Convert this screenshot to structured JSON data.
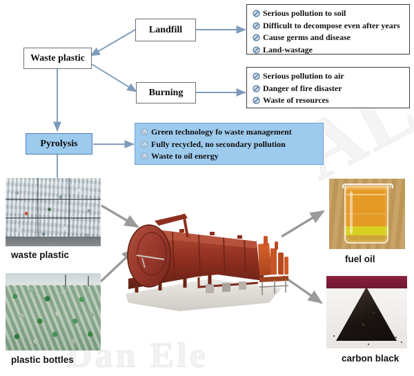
{
  "diagram": {
    "title": "Waste plastic pyrolysis process flow",
    "watermark_primary": "AL",
    "watermark_secondary": "Dan Ele",
    "colors": {
      "flow_arrow": "#7f9bbb",
      "photo_arrow": "#9a9a9a",
      "blue_fill": "#9dcbee",
      "blue_border": "#4a7ebb",
      "box_border": "#6f6f6f",
      "list_border": "#3a3a3a",
      "reactor_red": "#9e3423"
    }
  },
  "nodes": {
    "waste_plastic": "Waste plastic",
    "landfill": "Landfill",
    "burning": "Burning",
    "pyrolysis": "Pyrolysis"
  },
  "landfill_effects": {
    "bullet_icon": "prohibition-icon",
    "items": [
      "Serious pollution to soil",
      "Difficult to decompose even after years",
      "Cause germs and disease",
      "Land-wastage"
    ]
  },
  "burning_effects": {
    "bullet_icon": "prohibition-icon",
    "items": [
      "Serious pollution to air",
      "Danger of fire disaster",
      "Waste of resources"
    ]
  },
  "pyrolysis_benefits": {
    "bullet_icon": "smiley-icon",
    "items": [
      "Green technology fo waste management",
      "Fully recycled, no secondary pollution",
      "Waste to oil energy"
    ]
  },
  "photos": {
    "waste_plastic": "waste plastic",
    "plastic_bottles": "plastic bottles",
    "fuel_oil": "fuel oil",
    "carbon_black": "carbon black",
    "reactor_alt": "pyrolysis reactor machine"
  }
}
